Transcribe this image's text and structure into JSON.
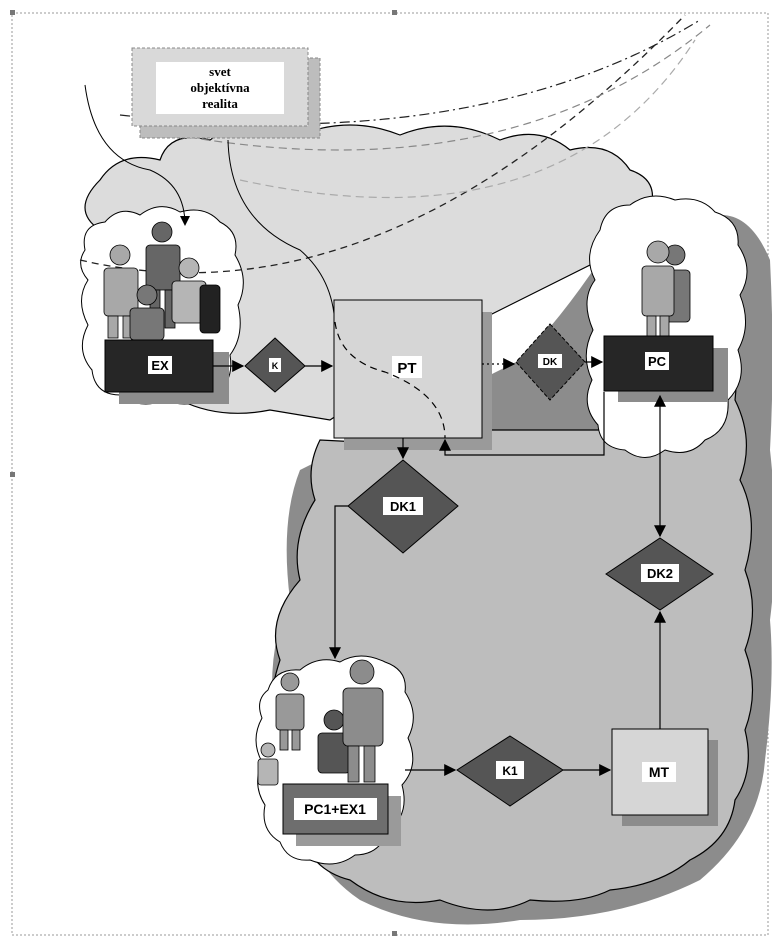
{
  "diagram": {
    "world_label": {
      "line1": "svet",
      "line2": "objektívna",
      "line3": "realita"
    },
    "boxes": {
      "ex": "EX",
      "pt": "PT",
      "pc": "PC",
      "mt": "MT",
      "pc1_ex1": "PC1+EX1"
    },
    "diamonds": {
      "k": "K",
      "dk": "DK",
      "dk1": "DK1",
      "dk2": "DK2",
      "k1": "K1"
    }
  },
  "colors": {
    "cloud_light": "#dcdcdc",
    "cloud_mid": "#bdbdbd",
    "shadow": "#8c8c8c",
    "dark_box": "#262626",
    "diamond": "#555555",
    "light_box": "#d6d6d6",
    "mid_box": "#6e6e6e"
  }
}
